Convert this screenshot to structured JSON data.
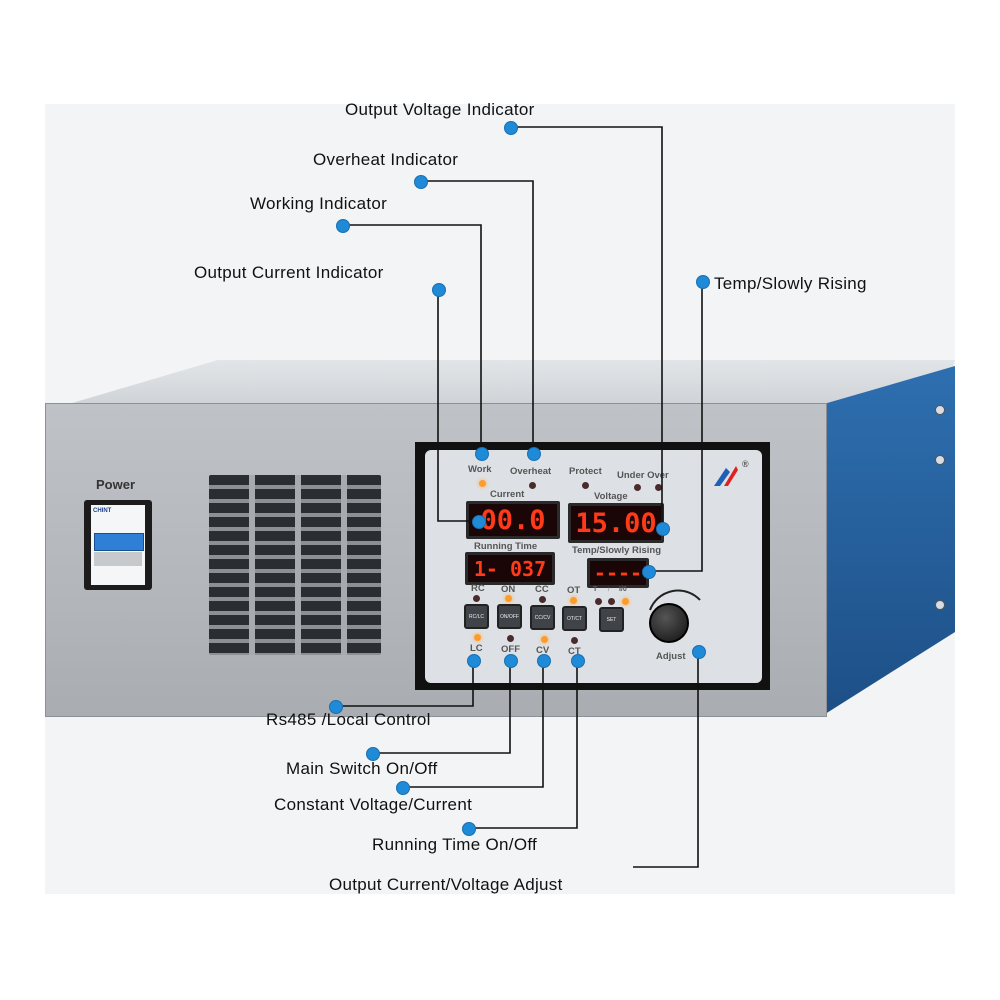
{
  "power": {
    "label": "Power",
    "breaker_brand": "CHINT"
  },
  "panel": {
    "work": "Work",
    "overheat": "Overheat",
    "protect": "Protect",
    "under_over": "Under Over",
    "current_label": "Current",
    "voltage_label": "Voltage",
    "current_value": "00.0",
    "voltage_value": "15.00",
    "running_time_label": "Running Time",
    "running_time_value": "1- 037",
    "temp_label": "Temp/Slowly Rising",
    "temp_value": "----",
    "rc": "RC",
    "on": "ON",
    "cc": "CC",
    "ot": "OT",
    "t": "T",
    "up": "↑",
    "io": "I/0",
    "lc": "LC",
    "off": "OFF",
    "cv": "CV",
    "ct": "CT",
    "btn_rclc": "RC/LC",
    "btn_onoff": "ON/OFF",
    "btn_cccv": "CC/CV",
    "btn_otct": "OT/CT",
    "btn_set": "SET",
    "adjust": "Adjust",
    "registered": "®"
  },
  "callouts": {
    "output_voltage": "Output  Voltage  Indicator",
    "overheat": "Overheat Indicator",
    "working": "Working Indicator",
    "output_current": "Output  Current  Indicator",
    "temp": "Temp/Slowly Rising",
    "rs485": "Rs485 /Local Control",
    "main_switch": "Main Switch On/Off",
    "constant": "Constant Voltage/Current",
    "running_time": "Running Time On/Off",
    "adjust": "Output Current/Voltage Adjust"
  },
  "colors": {
    "callout_dot": "#1f8ad8",
    "display_text": "#ff3a1a",
    "side_panel": "#2e6fb0"
  }
}
